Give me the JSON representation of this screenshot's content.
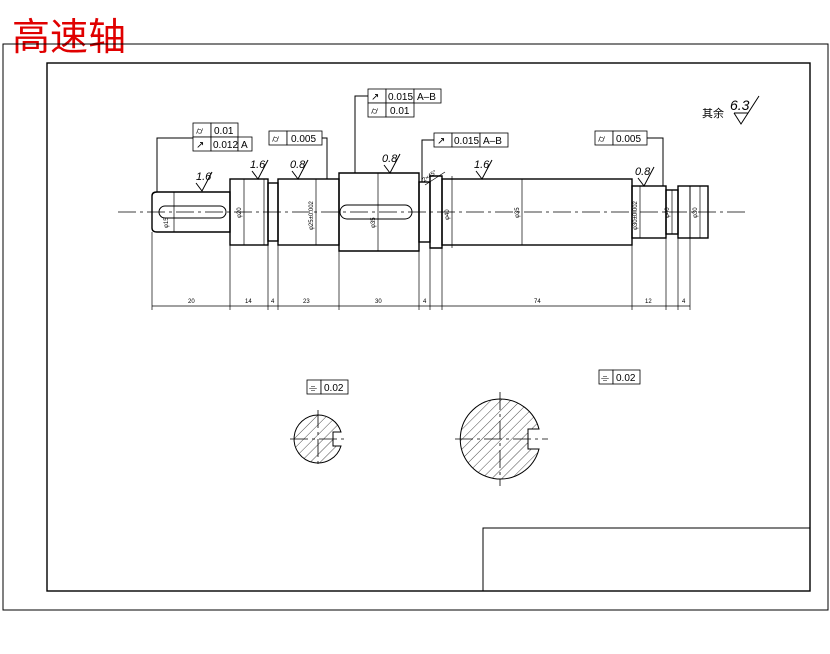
{
  "title": "高速轴",
  "general_roughness": {
    "label": "其余",
    "value": "6.3"
  },
  "tolerance_frames": {
    "left_symbol_1": "⌭",
    "left_value_1": "0.01",
    "left_symbol_2": "↗",
    "left_value_2": "0.012",
    "left_datum": "A",
    "center_symbol": "⌭",
    "center_value": "0.005",
    "top_symbol_1": "↗",
    "top_value_1": "0.015",
    "top_datum_1": "A–B",
    "top_symbol_2": "⌭",
    "top_value_2": "0.01",
    "mid_symbol": "↗",
    "mid_value": "0.015",
    "mid_datum": "A–B",
    "right_symbol": "⌭",
    "right_value": "0.005",
    "section1_symbol": "⌯",
    "section1_value": "0.02",
    "section2_symbol": "⌯",
    "section2_value": "0.02"
  },
  "roughness_marks": [
    "1.6",
    "1.6",
    "0.8",
    "0.8",
    "1.6",
    "0.8"
  ],
  "diameter_labels": [
    "φ15",
    "φ20",
    "φ25±0.002",
    "φ35",
    "φ40",
    "φ35",
    "φ30±0.002",
    "φ40",
    "φ30"
  ],
  "length_labels": [
    "20",
    "14",
    "4",
    "23",
    "30",
    "4",
    "74",
    "12",
    "4"
  ],
  "chamfer_label": "2×45°"
}
